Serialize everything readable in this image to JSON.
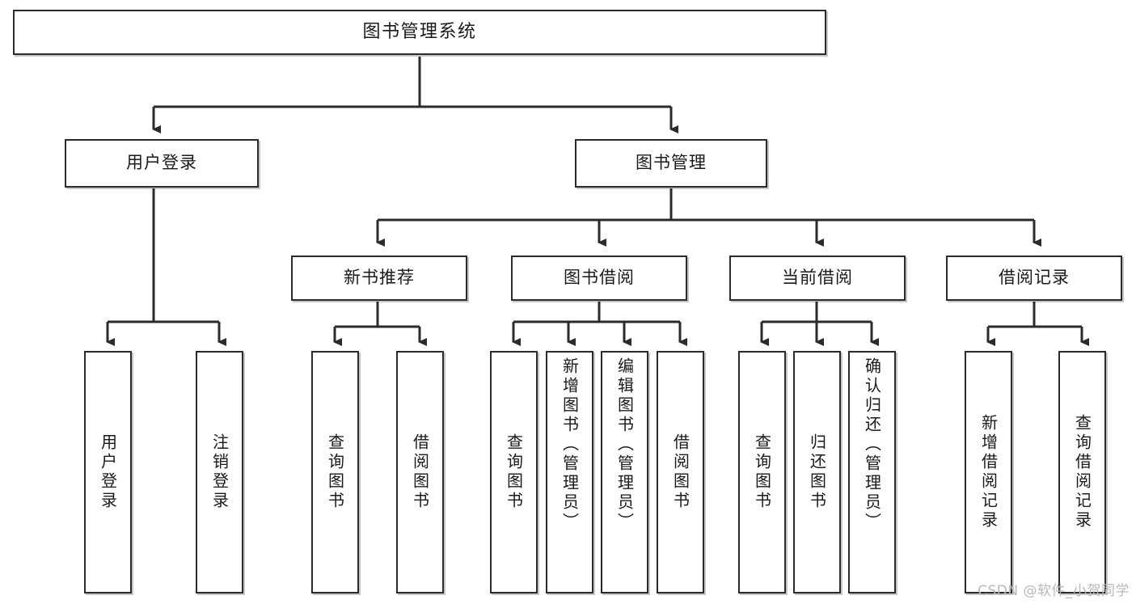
{
  "diagram": {
    "title": "图书管理系统",
    "type": "tree-hierarchy-chart",
    "orientation": "top-down",
    "colors": {
      "box_border": "#2b2b2b",
      "box_fill": "#ffffff",
      "connector": "#2b2b2b",
      "text": "#1a1a1a",
      "watermark": "#b9b9b9"
    }
  },
  "root": {
    "label": "图书管理系统"
  },
  "level2": [
    {
      "label": "用户登录"
    },
    {
      "label": "图书管理"
    }
  ],
  "level3": [
    {
      "label": "新书推荐"
    },
    {
      "label": "图书借阅"
    },
    {
      "label": "当前借阅"
    },
    {
      "label": "借阅记录"
    }
  ],
  "leaves": {
    "user_login": [
      {
        "label": "用户登录"
      },
      {
        "label": "注销登录"
      }
    ],
    "new_book_recommend": [
      {
        "label": "查询图书"
      },
      {
        "label": "借阅图书"
      }
    ],
    "book_borrow": [
      {
        "label": "查询图书"
      },
      {
        "label": "新增图书（管理员）"
      },
      {
        "label": "编辑图书（管理员）"
      },
      {
        "label": "借阅图书"
      }
    ],
    "current_borrow": [
      {
        "label": "查询图书"
      },
      {
        "label": "归还图书"
      },
      {
        "label": "确认归还（管理员）"
      }
    ],
    "borrow_record": [
      {
        "label": "新增借阅记录"
      },
      {
        "label": "查询借阅记录"
      }
    ]
  },
  "watermark": {
    "text": "CSDN @软件_小贺同学"
  }
}
